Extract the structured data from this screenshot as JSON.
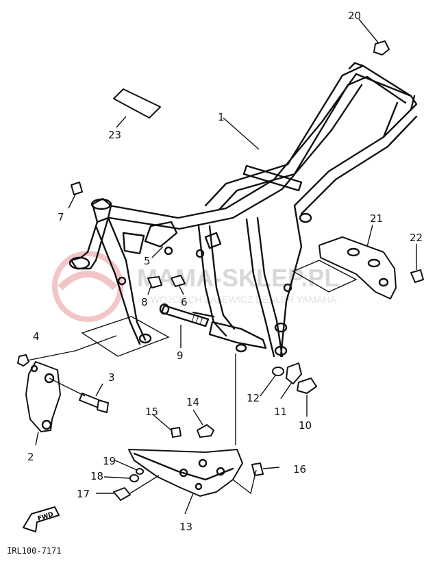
{
  "diagram": {
    "part_numbers": [
      "1",
      "2",
      "3",
      "4",
      "5",
      "6",
      "7",
      "8",
      "9",
      "10",
      "11",
      "12",
      "13",
      "14",
      "15",
      "16",
      "17",
      "18",
      "19",
      "20",
      "21",
      "22",
      "23"
    ],
    "fwd_label": "FWD",
    "drawing_code": "IRL100-7171",
    "watermark": {
      "main": "MAMA-SKLEP.PL",
      "sub": "WOJCIECH ZALEWICZ DEALER YAMAHA"
    }
  }
}
